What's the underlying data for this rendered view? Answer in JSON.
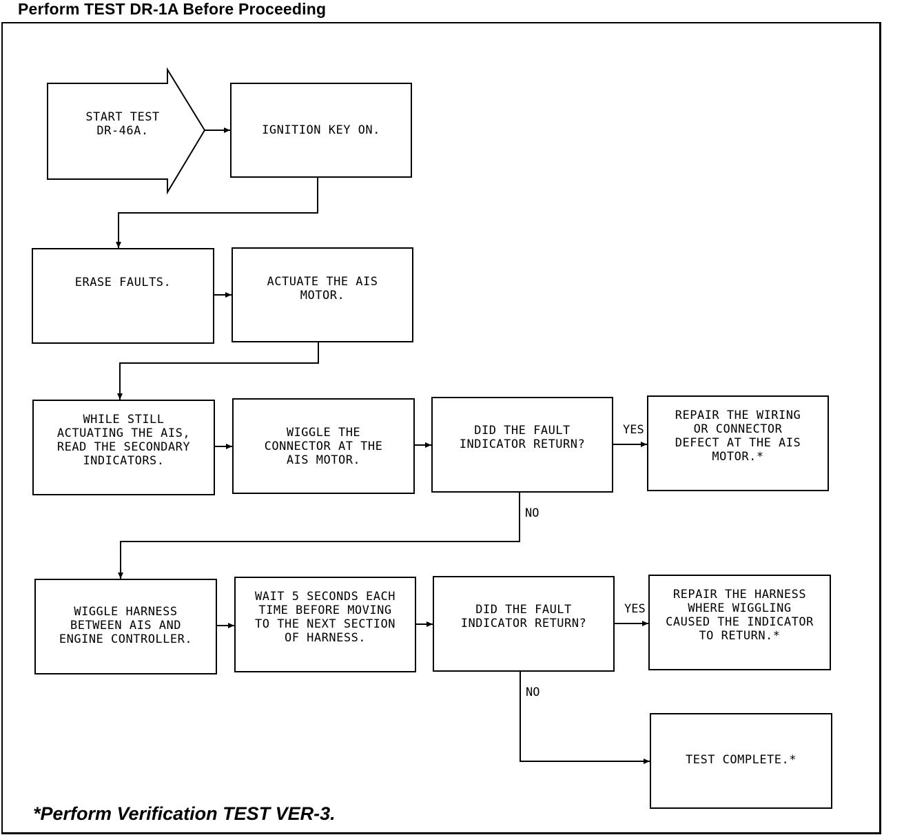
{
  "header": {
    "title": "Perform TEST DR-1A Before Proceeding"
  },
  "steps": {
    "start": "START TEST\nDR-46A.",
    "ignition": "IGNITION KEY ON.",
    "erase": "ERASE FAULTS.",
    "actuate": "ACTUATE THE AIS\nMOTOR.",
    "read_secondary": "WHILE STILL\nACTUATING THE AIS,\nREAD THE SECONDARY\nINDICATORS.",
    "wiggle_connector": "WIGGLE THE\nCONNECTOR AT THE\nAIS MOTOR.",
    "question1": "DID THE FAULT\nINDICATOR RETURN?",
    "repair_wiring": "REPAIR THE WIRING\nOR CONNECTOR\nDEFECT AT THE AIS\nMOTOR.*",
    "wiggle_harness": "WIGGLE HARNESS\nBETWEEN AIS AND\nENGINE CONTROLLER.",
    "wait": "WAIT 5 SECONDS EACH\nTIME BEFORE MOVING\nTO THE NEXT SECTION\nOF HARNESS.",
    "question2": "DID THE FAULT\nINDICATOR RETURN?",
    "repair_harness": "REPAIR THE HARNESS\nWHERE WIGGLING\nCAUSED THE INDICATOR\nTO RETURN.*",
    "complete": "TEST COMPLETE.*"
  },
  "labels": {
    "yes1": "YES",
    "no1": "NO",
    "yes2": "YES",
    "no2": "NO"
  },
  "footnote": "*Perform Verification TEST VER-3."
}
